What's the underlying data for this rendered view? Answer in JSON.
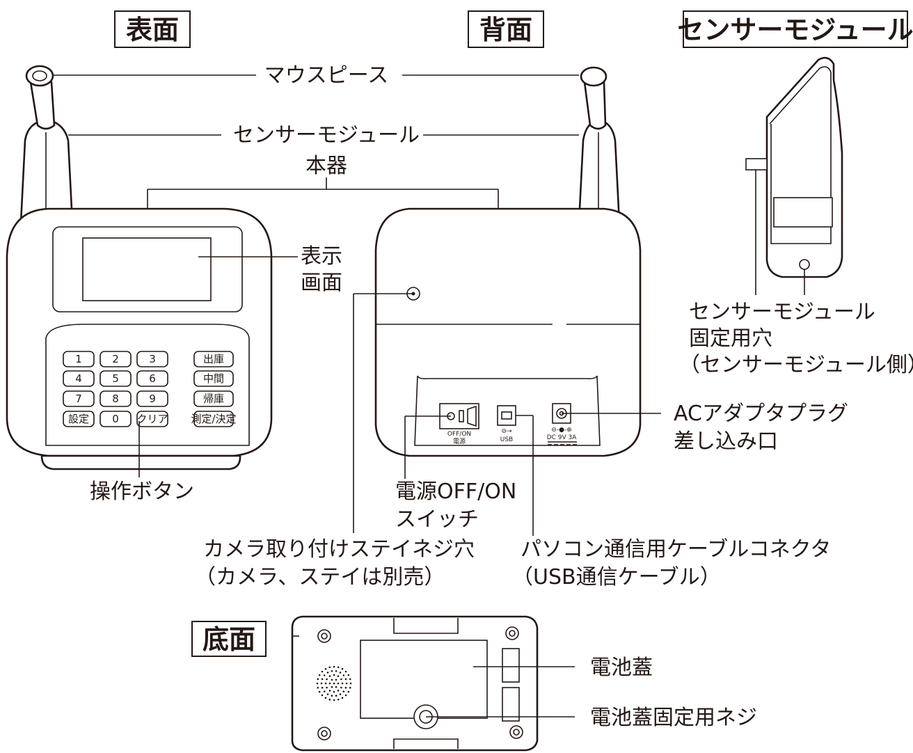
{
  "headers": {
    "front": "表面",
    "back": "背面",
    "sensor": "センサーモジュール",
    "bottom": "底面"
  },
  "labels": {
    "mouthpiece": "マウスピース",
    "sensor_module": "センサーモジュール",
    "main_unit": "本器",
    "display_line1": "表示",
    "display_line2": "画面",
    "buttons": "操作ボタン",
    "sensor_hole_line1": "センサーモジュール",
    "sensor_hole_line2": "固定用穴",
    "sensor_hole_line3": "（センサーモジュール側）",
    "ac_line1": "ACアダプタプラグ",
    "ac_line2": "差し込み口",
    "power_line1": "電源OFF/ON",
    "power_line2": "スイッチ",
    "camera_line1": "カメラ取り付けステイネジ穴",
    "camera_line2": "（カメラ、ステイは別売）",
    "pc_line1": "パソコン通信用ケーブルコネクタ",
    "pc_line2": "（USB通信ケーブル）",
    "battery_cover": "電池蓋",
    "battery_screw": "電池蓋固定用ネジ"
  },
  "keypad": {
    "keys": [
      "1",
      "2",
      "3",
      "4",
      "5",
      "6",
      "7",
      "8",
      "9",
      "設定",
      "0",
      "クリア"
    ],
    "side_keys": [
      "出庫",
      "中間",
      "帰庫",
      "測定/決定"
    ]
  },
  "ports": {
    "power_switch": "OFF/ON",
    "power_switch_sub": "電源",
    "usb": "USB",
    "dc": "DC 9V 3A"
  }
}
